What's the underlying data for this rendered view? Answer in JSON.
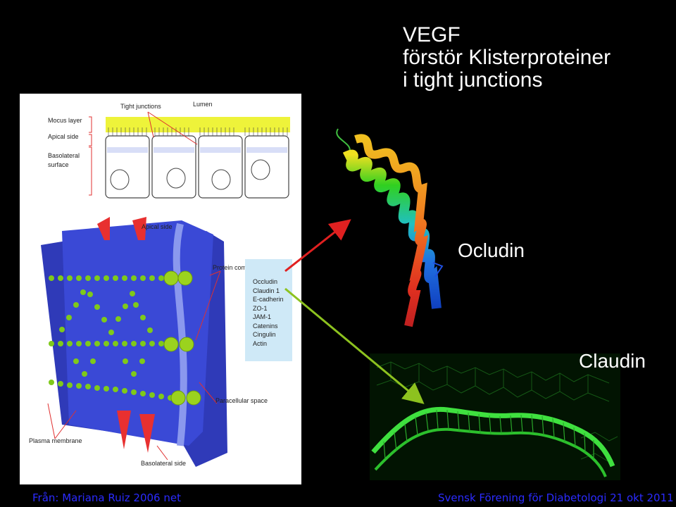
{
  "title": {
    "line1": "VEGF",
    "line2": "förstör Klisterproteiner",
    "line3": "i tight junctions"
  },
  "diagram": {
    "top_labels": {
      "tight_junctions": "Tight junctions",
      "lumen": "Lumen",
      "mocus_layer": "Mocus layer",
      "apical_side": "Apical side",
      "basolateral_surface_1": "Basolateral",
      "basolateral_surface_2": "surface"
    },
    "lower_labels": {
      "apical_side": "Apical side",
      "protein_complex": "Protein complex",
      "paracellular_space": "Paracellular space",
      "plasma_membrane": "Plasma membrane",
      "basolateral_side": "Basolateral side"
    },
    "proteins": [
      "Occludin",
      "Claudin 1",
      "E-cadherin",
      "ZO-1",
      "JAM-1",
      "Catenins",
      "Cingulin",
      "Actin"
    ]
  },
  "labels": {
    "ocludin": "Ocludin",
    "claudin": "Claudin"
  },
  "footer": {
    "left": "Från: Mariana Ruiz 2006 net",
    "right": "Svensk Förening för Diabetologi 21 okt 2011"
  },
  "colors": {
    "background": "#000000",
    "footer_text": "#2b2bff",
    "arrow_red": "#e02020",
    "arrow_green": "#8dc21f"
  }
}
